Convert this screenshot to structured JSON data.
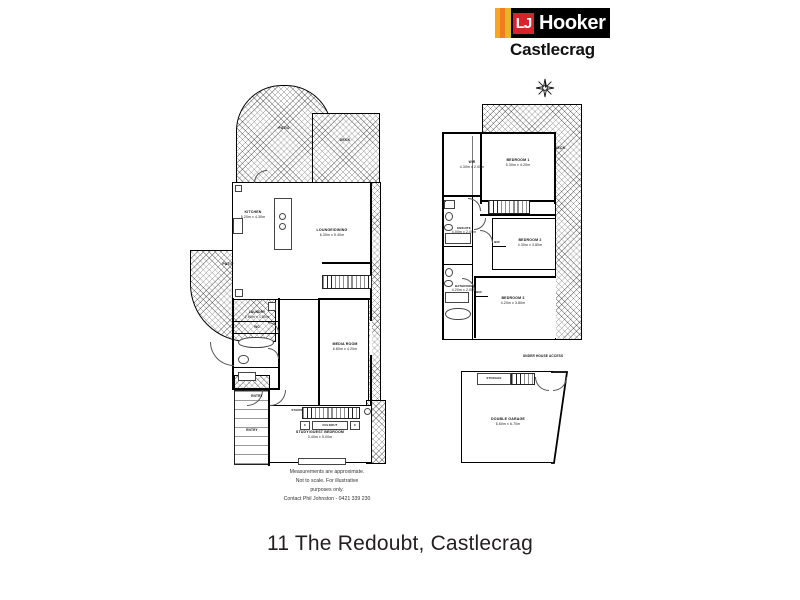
{
  "brand": {
    "initials": "LJ",
    "name": "Hooker",
    "office": "Castlecrag",
    "colors": {
      "black": "#000000",
      "red": "#d8232a",
      "orange": "#f27c21",
      "yellow": "#f5a623"
    }
  },
  "title": "11 The Redoubt, Castlecrag",
  "compass": {
    "icon": "north-arrow-compass-icon"
  },
  "disclaimer": [
    "Measurements are approximate.",
    "Not to scale.  For illustrative",
    "purposes only.",
    "Contact Phil Johnston - 0421 339 230"
  ],
  "floorplans": {
    "ground": {
      "rooms": [
        {
          "name": "PATIO",
          "dims": ""
        },
        {
          "name": "DECK",
          "dims": ""
        },
        {
          "name": "PATIO",
          "dims": ""
        },
        {
          "name": "KITCHEN",
          "dims": "5.20m x 4.30m"
        },
        {
          "name": "LOUNGE/DINING",
          "dims": "6.30m x 5.40m"
        },
        {
          "name": "LAUNDRY",
          "dims": "2.60m x 1.80m"
        },
        {
          "name": "WC",
          "dims": ""
        },
        {
          "name": "ENTRY",
          "dims": ""
        },
        {
          "name": "ENTRY",
          "dims": ""
        },
        {
          "name": "STAIRS",
          "dims": ""
        },
        {
          "name": "FOLDOUT",
          "dims": ""
        },
        {
          "name": "C",
          "dims": ""
        },
        {
          "name": "C",
          "dims": ""
        },
        {
          "name": "MEDIA ROOM",
          "dims": "6.80m x 4.20m"
        },
        {
          "name": "STUDY/GUEST BEDROOM",
          "dims": "3.40m x 5.00m"
        }
      ]
    },
    "upper": {
      "rooms": [
        {
          "name": "DECK",
          "dims": ""
        },
        {
          "name": "WIR",
          "dims": "4.30m x 2.00m"
        },
        {
          "name": "BEDROOM 1",
          "dims": "5.30m x 4.20m"
        },
        {
          "name": "ENSUITE",
          "dims": "4.00m x 2.00m"
        },
        {
          "name": "BIR",
          "dims": ""
        },
        {
          "name": "BEDROOM 2",
          "dims": "4.30m x 3.80m"
        },
        {
          "name": "BATHROOM",
          "dims": "4.20m x 2.00m"
        },
        {
          "name": "BIR",
          "dims": ""
        },
        {
          "name": "BEDROOM 3",
          "dims": "4.20m x 3.80m"
        }
      ]
    },
    "garage": {
      "rooms": [
        {
          "name": "UNDER HOUSE ACCESS",
          "dims": ""
        },
        {
          "name": "STORAGE",
          "dims": ""
        },
        {
          "name": "DOUBLE GARAGE",
          "dims": "6.60m x 6.70m"
        }
      ]
    }
  }
}
